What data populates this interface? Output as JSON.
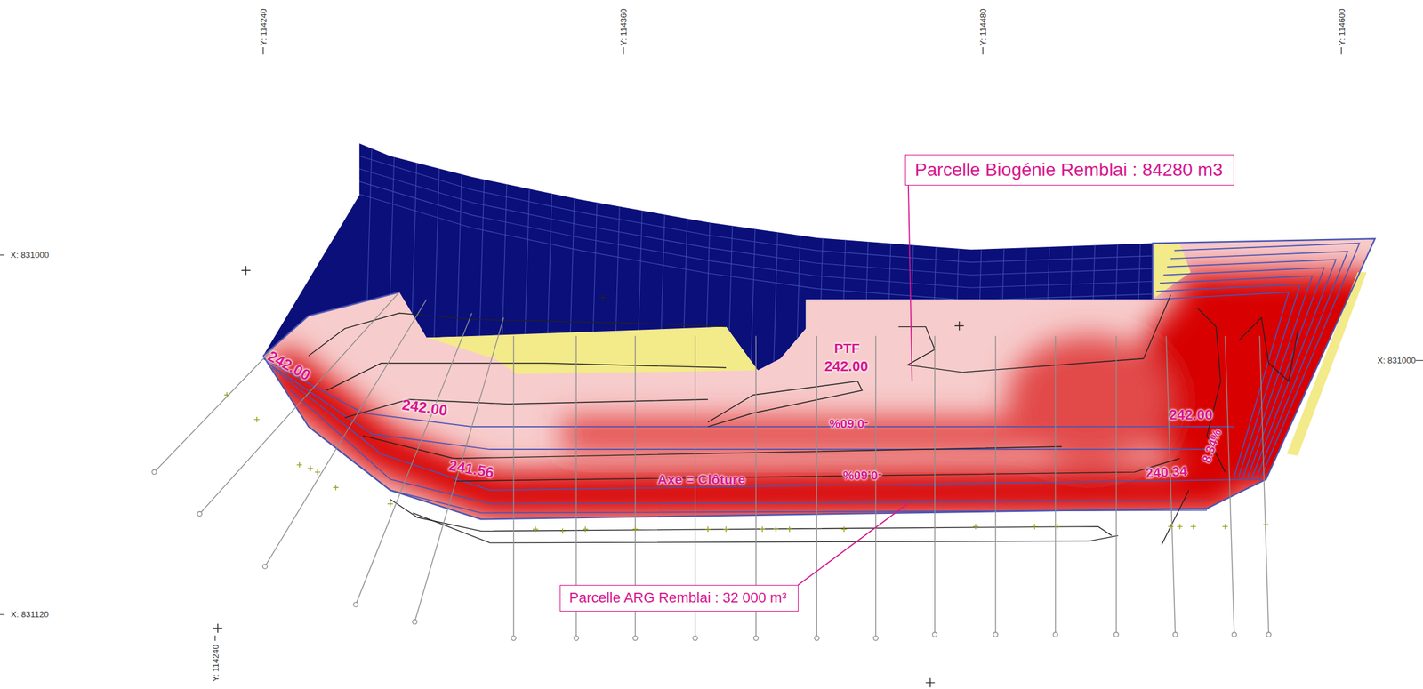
{
  "diagram": {
    "nodes": [
      {
        "text": [
          "Parcelle Biogénie Remblai : 84280 m3"
        ]
      },
      {
        "text": [
          "Parcelle ARG Remblai : 32 000 m³"
        ]
      }
    ],
    "labels": [
      "Y: 114240",
      "Y: 114360",
      "Y: 114480",
      "Y: 114600",
      "X: 831000",
      "X: 831000",
      "X: 831120",
      "Y: 114240",
      "242.00",
      "242.00",
      "241.56",
      "Axe = Clôture",
      "PTF",
      "242.00",
      "-0.60%",
      "-0.60%",
      "242.00",
      "240.34",
      "8.34%"
    ]
  }
}
